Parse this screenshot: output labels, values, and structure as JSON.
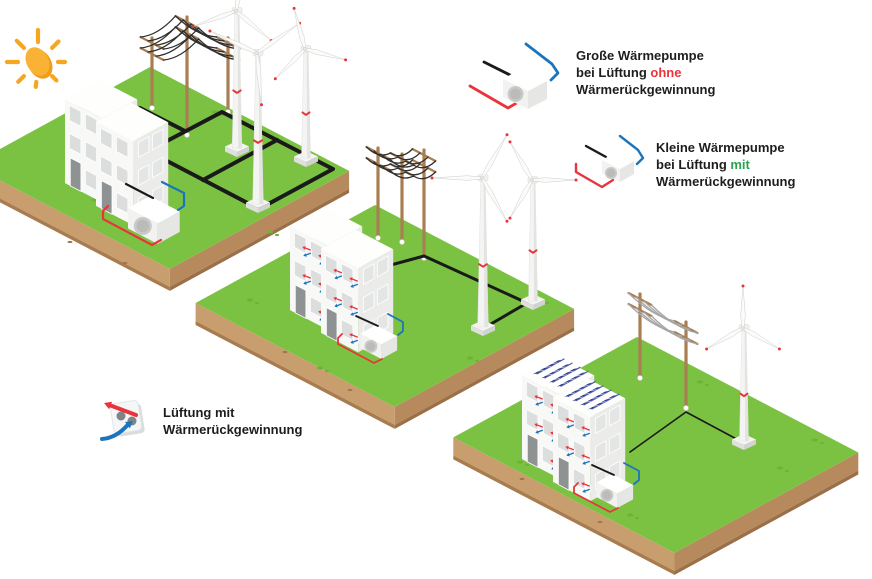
{
  "illustration": {
    "sun": {
      "icon": "sun-icon"
    },
    "scenes": [
      {
        "id": "scene-1",
        "description": "building with large heat pump, ventilation without heat recovery",
        "building_floors": 3,
        "heat_pump": "large",
        "wind_turbines": 3,
        "power_poles": 3,
        "solar_panels": false,
        "ventilation_units": false,
        "sun": true
      },
      {
        "id": "scene-2",
        "description": "building with ventilation heat recovery units and small heat pump",
        "building_floors": 3,
        "heat_pump": "small",
        "wind_turbines": 2,
        "power_poles": 3,
        "solar_panels": false,
        "ventilation_units": true,
        "sun": false
      },
      {
        "id": "scene-3",
        "description": "building with ventilation heat recovery units, small heat pump and rooftop solar panels",
        "building_floors": 3,
        "heat_pump": "small",
        "wind_turbines": 1,
        "power_poles": 2,
        "solar_panels": true,
        "ventilation_units": true,
        "sun": false
      }
    ]
  },
  "legend": {
    "large_heat_pump": {
      "icon": "large-heat-pump-icon",
      "line1": "Große Wärmepumpe",
      "line2_pre": "bei Lüftung ",
      "line2_highlight": "ohne",
      "line2_highlight_color": "#E8353C",
      "line3": "Wärmerückgewinnung"
    },
    "small_heat_pump": {
      "icon": "small-heat-pump-icon",
      "line1": "Kleine Wärmepumpe",
      "line2_pre": "bei Lüftung ",
      "line2_highlight": "mit",
      "line2_highlight_color": "#2FA052",
      "line3": "Wärmerückgewinnung"
    },
    "ventilation": {
      "icon": "ventilation-heat-recovery-icon",
      "line1": "Lüftung mit",
      "line2": "Wärmerückgewinnung"
    }
  },
  "colors": {
    "grass": "#7CC242",
    "grass_speckle": "#6CB438",
    "soil_light": "#C89E6E",
    "soil_dark": "#B68A5D",
    "soil_edge": "#A97C50",
    "building_face": "#F8F8F7",
    "building_side": "#EBEBEA",
    "building_roof": "#FEFEFD",
    "window": "#DCDDDD",
    "window_se": "#E4E5E5",
    "door": "#8F9293",
    "pole": "#A87E52",
    "wire": "#2F2F2E",
    "wire_light": "#A6A6A6",
    "cable": "#1A1A1A",
    "turbine_face": "#F4F4F3",
    "turbine_shade": "#E3E3E2",
    "accent_red": "#E8353C",
    "accent_blue": "#1C75BC",
    "accent_green": "#2FA052",
    "sun": "#F5A81F",
    "sun_light": "#F9B233",
    "solar": "#27337F",
    "solar_light": "#4A5AAD",
    "pump_face": "#F2F2F1",
    "pump_side": "#E6E6E5",
    "fan": "#C9C9C8",
    "text": "#1D1D1B"
  }
}
